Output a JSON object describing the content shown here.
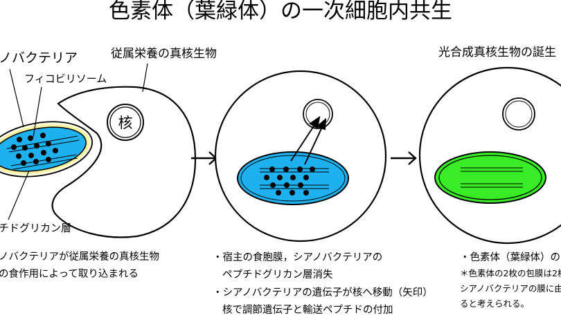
{
  "title": "色素体（葉緑体）の一次細胞内共生",
  "labels": {
    "cyanobacteria": "ノバクテリア",
    "host": "従属栄養の真核生物",
    "phycobilisome": "フィコビリソーム",
    "peptidoglycan": "チドグリカン層",
    "nucleus": "核",
    "result": "光合成真核生物の誕生"
  },
  "captions": {
    "stage1": [
      "ノバクテリアが従属栄養の真核生物",
      "の食作用によって取り込まれる"
    ],
    "stage2": [
      "・宿主の食胞膜，シアノバクテリアの",
      "ペプチドグリカン層消失",
      "・シアノバクテリアの遺伝子が核へ移動（矢印）",
      "核で調節遺伝子と輸送ペプチドの付加"
    ],
    "stage3": [
      "・色素体（葉緑体）の",
      "＊色素体の2枚の包膜は2枚",
      "シアノバクテリアの膜に由",
      "ると考えられる。"
    ]
  },
  "colors": {
    "cyanobacteria_fill": "#1fb0ef",
    "chloroplast_fill": "#38ec26",
    "peptidoglycan_fill": "#f6f2a0",
    "outline": "#000000"
  }
}
